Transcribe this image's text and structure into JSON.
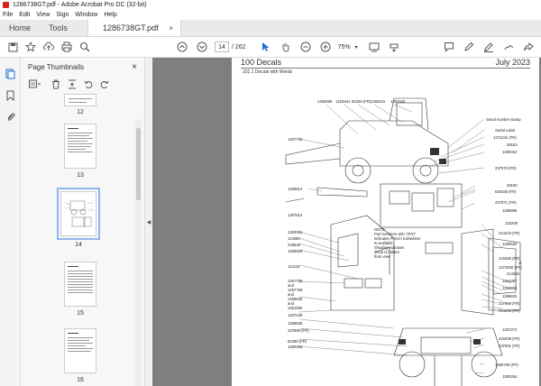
{
  "window": {
    "title": "1286738GT.pdf - Adobe Acrobat Pro DC (32-bit)"
  },
  "menu": [
    "File",
    "Edit",
    "View",
    "Sign",
    "Window",
    "Help"
  ],
  "tabs": {
    "home": "Home",
    "tools": "Tools",
    "doc": "1286738GT.pdf",
    "close": "×"
  },
  "toolbar": {
    "page_current": "14",
    "page_total": "/ 262",
    "zoom": "75%"
  },
  "panel": {
    "title": "Page Thumbnails",
    "close": "×",
    "pages": [
      "12",
      "13",
      "14",
      "15",
      "16"
    ]
  },
  "document": {
    "header_left": "100 Decals",
    "header_right": "July 2023",
    "subtitle": "101.1 Decals with Words",
    "labels_top": [
      "1260068",
      "1215941",
      "82306 (FR)",
      "1258415",
      "1257445"
    ],
    "labels_right": [
      "Serial number stamp",
      "Serial Label",
      "1272242 (FR)",
      "38163",
      "1280264",
      "237970 (FR)",
      "28150",
      "826345 (FR)",
      "237971 (FR)",
      "1286888",
      "133206",
      "214419 (FR)",
      "1259532",
      "216286 (FR)",
      "or",
      "1272630 (FR)",
      "214384",
      "1264387",
      "1258659",
      "1286620",
      "237969 (FR)",
      "214419 (FR)",
      "1257272",
      "215209 (FR)",
      "237601 (FR)",
      "1286709 (FR)",
      "1280264"
    ],
    "labels_left": [
      "1257702",
      "1260614",
      "1257614",
      "1253091",
      "114580",
      "219528",
      "1258823",
      "114115",
      "1257758",
      "and",
      "1257759",
      "and",
      "1258626",
      "and",
      "1251806",
      "1257448",
      "1258636",
      "237695 (FR)",
      "82389 (FR)",
      "1280264"
    ],
    "note": "NOTE:\nPart numbers with \"(FR)\"\nindicates French translation\nis available.\nShading indicates\ndecal is hidden\nfrom view"
  }
}
